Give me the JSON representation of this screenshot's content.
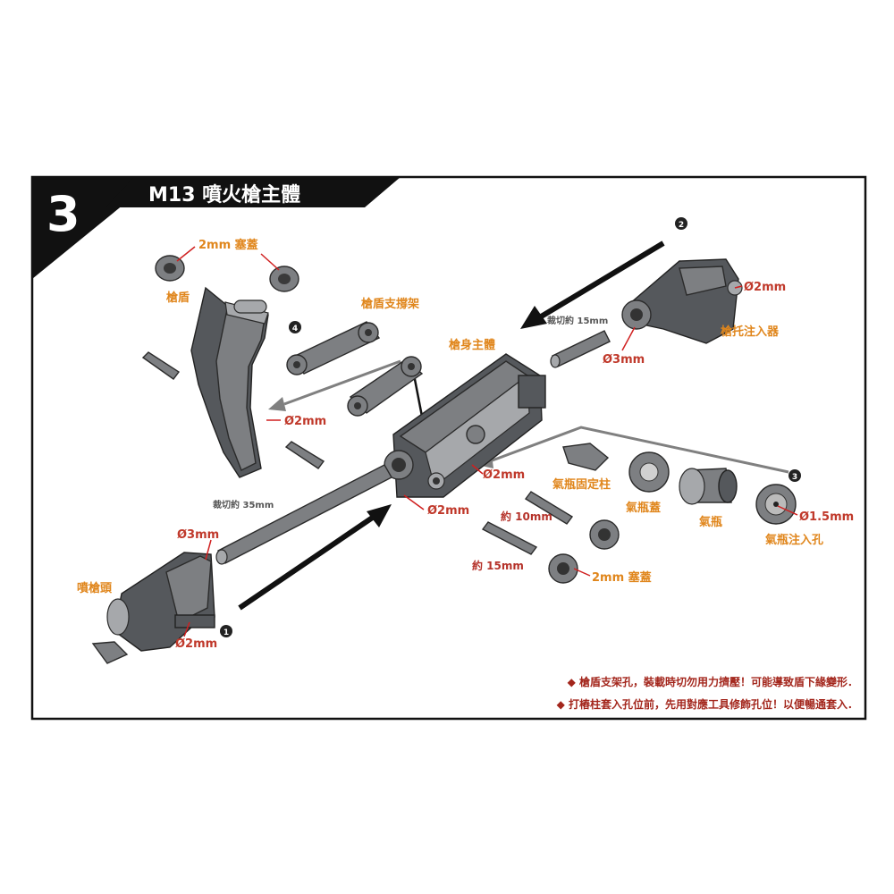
{
  "step": {
    "number": "3",
    "title": "M13 噴火槍主體"
  },
  "markers": [
    "1",
    "2",
    "3",
    "4"
  ],
  "labels": {
    "cap_2mm_top": "2mm 塞蓋",
    "shield": "槍盾",
    "shield_bracket": "槍盾支撐架",
    "body": "槍身主體",
    "stock_injector": "槍托注入器",
    "cut_15mm": "裁切約 15mm",
    "cut_35mm": "裁切約 35mm",
    "bottle_fix_post": "氣瓶固定柱",
    "bottle_cap": "氣瓶蓋",
    "bottle": "氣瓶",
    "bottle_inlet": "氣瓶注入孔",
    "about_10mm": "約 10mm",
    "about_15mm": "約 15mm",
    "cap_2mm_bottom": "2mm 塞蓋",
    "nozzle": "噴槍頭",
    "d2mm_stock": "Ø2mm",
    "d3mm_stock": "Ø3mm",
    "d2mm_shield": "Ø2mm",
    "d2mm_body_right": "Ø2mm",
    "d2mm_body_low": "Ø2mm",
    "d15mm_inlet": "Ø1.5mm",
    "d3mm_nozzle": "Ø3mm",
    "d2mm_nozzle": "Ø2mm"
  },
  "notes": [
    "◆ 槍盾支架孔，裝載時切勿用力擠壓！可能導致盾下緣變形．",
    "◆ 打樁柱套入孔位前，先用對應工具修飾孔位！以便暢通套入．"
  ],
  "colors": {
    "accent_orange": "#e0861c",
    "note_red": "#a3261c",
    "header_black": "#111111"
  }
}
